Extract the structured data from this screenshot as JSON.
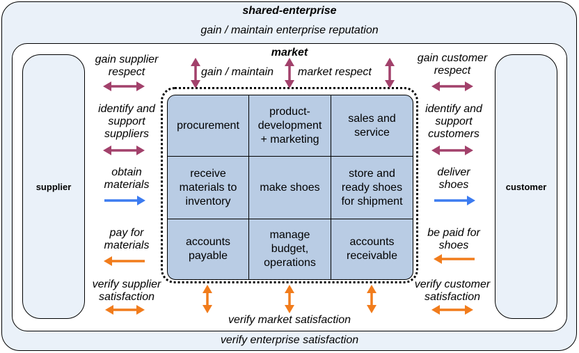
{
  "enterprise": {
    "title": "shared-enterprise",
    "top_goal": "gain / maintain enterprise reputation",
    "bottom_goal": "verify enterprise satisfaction"
  },
  "market": {
    "title": "market",
    "top_goal_left": "gain / maintain",
    "top_goal_right": "market respect",
    "bottom_goal": "verify market satisfaction"
  },
  "supplier": {
    "label": "supplier"
  },
  "customer": {
    "label": "customer"
  },
  "left_flows": [
    {
      "line1": "gain supplier",
      "line2": "respect",
      "arrow": "double",
      "color": "#a2416b"
    },
    {
      "line1": "identify and",
      "line2": "support",
      "line3": "suppliers",
      "arrow": "double",
      "color": "#a2416b"
    },
    {
      "line1": "obtain",
      "line2": "materials",
      "arrow": "right",
      "color": "#3c7bf0"
    },
    {
      "line1": "pay for",
      "line2": "materials",
      "arrow": "left",
      "color": "#f17c1c"
    },
    {
      "line1": "verify supplier",
      "line2": "satisfaction",
      "arrow": "double",
      "color": "#f17c1c"
    }
  ],
  "right_flows": [
    {
      "line1": "gain customer",
      "line2": "respect",
      "arrow": "double",
      "color": "#a2416b"
    },
    {
      "line1": "identify and",
      "line2": "support",
      "line3": "customers",
      "arrow": "double",
      "color": "#a2416b"
    },
    {
      "line1": "deliver",
      "line2": "shoes",
      "arrow": "right",
      "color": "#3c7bf0"
    },
    {
      "line1": "be paid for",
      "line2": "shoes",
      "arrow": "left",
      "color": "#f17c1c"
    },
    {
      "line1": "verify customer",
      "line2": "satisfaction",
      "arrow": "double",
      "color": "#f17c1c"
    }
  ],
  "functions": [
    [
      "procurement",
      "product-\ndevelopment\n+ marketing",
      "sales and\nservice"
    ],
    [
      "receive\nmaterials to\ninventory",
      "make shoes",
      "store and\nready shoes\nfor shipment"
    ],
    [
      "accounts\npayable",
      "manage\nbudget,\noperations",
      "accounts\nreceivable"
    ]
  ],
  "colors": {
    "respect_arrow": "#a2416b",
    "material_arrow": "#3c7bf0",
    "payment_arrow": "#f17c1c",
    "function_fill": "#b9cce4",
    "enterprise_fill": "#eaf1f9"
  }
}
